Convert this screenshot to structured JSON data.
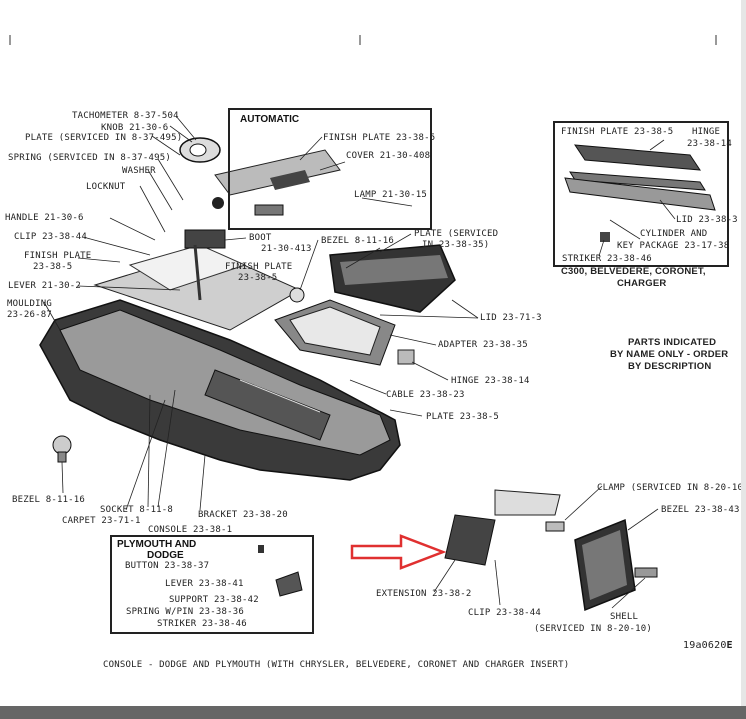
{
  "labels": {
    "tachometer": "TACHOMETER 8-37-504",
    "knob": "KNOB 21-30-6",
    "plate_serviced": "PLATE (SERVICED IN 8-37-495)",
    "spring_serviced": "SPRING (SERVICED IN 8-37-495)",
    "washer": "WASHER",
    "locknut": "LOCKNUT",
    "handle": "HANDLE 21-30-6",
    "clip": "CLIP 23-38-44",
    "finish_plate_left_1": "FINISH PLATE",
    "finish_plate_left_2": "23-38-5",
    "lever": "LEVER 21-30-2",
    "moulding_1": "MOULDING",
    "moulding_2": "23-26-87",
    "boot_1": "BOOT",
    "boot_2": "21-30-413",
    "bezel_top": "BEZEL 8-11-16",
    "finish_plate_mid_1": "FINISH PLATE",
    "finish_plate_mid_2": "23-38-5",
    "plate_serviced_right_1": "PLATE (SERVICED",
    "plate_serviced_right_2": "IN 23-38-35)",
    "lid": "LID 23-71-3",
    "adapter": "ADAPTER 23-38-35",
    "hinge": "HINGE 23-38-14",
    "cable": "CABLE 23-38-23",
    "plate_bottom": "PLATE 23-38-5",
    "bezel_left": "BEZEL 8-11-16",
    "socket": "SOCKET 8-11-8",
    "carpet": "CARPET 23-71-1",
    "bracket": "BRACKET 23-38-20",
    "console": "CONSOLE 23-38-1",
    "extension": "EXTENSION 23-38-2",
    "clip_bottom": "CLIP 23-38-44",
    "clamp": "CLAMP (SERVICED IN 8-20-10)",
    "bezel_right": "BEZEL 23-38-43",
    "shell_1": "SHELL",
    "shell_2": "(SERVICED IN 8-20-10)"
  },
  "automatic_box": {
    "title": "AUTOMATIC",
    "finish_plate": "FINISH PLATE 23-38-5",
    "cover": "COVER 21-30-408",
    "lamp": "LAMP 21-30-15"
  },
  "c300_box": {
    "finish_plate": "FINISH PLATE 23-38-5",
    "hinge_1": "HINGE",
    "hinge_2": "23-38-14",
    "lid": "LID 23-38-3",
    "cylinder_1": "CYLINDER AND",
    "cylinder_2": "KEY PACKAGE 23-17-38",
    "striker": "STRIKER 23-38-46",
    "caption_1": "C300, BELVEDERE, CORONET,",
    "caption_2": "CHARGER"
  },
  "parts_note": {
    "line1": "PARTS INDICATED",
    "line2": "BY NAME ONLY - ORDER",
    "line3": "BY DESCRIPTION"
  },
  "plymouth_box": {
    "title_1": "PLYMOUTH AND",
    "title_2": "DODGE",
    "button": "BUTTON 23-38-37",
    "lever": "LEVER 23-38-41",
    "support": "SUPPORT 23-38-42",
    "spring": "SPRING W/PIN 23-38-36",
    "striker": "STRIKER 23-38-46"
  },
  "figure_id": "19a0620",
  "figure_id_suffix": "E",
  "caption": "CONSOLE - DODGE AND PLYMOUTH (WITH CHRYSLER, BELVEDERE, CORONET AND CHARGER INSERT)",
  "colors": {
    "ink": "#222222",
    "arrow": "#e03030",
    "page": "#ffffff",
    "bar": "#666666"
  }
}
